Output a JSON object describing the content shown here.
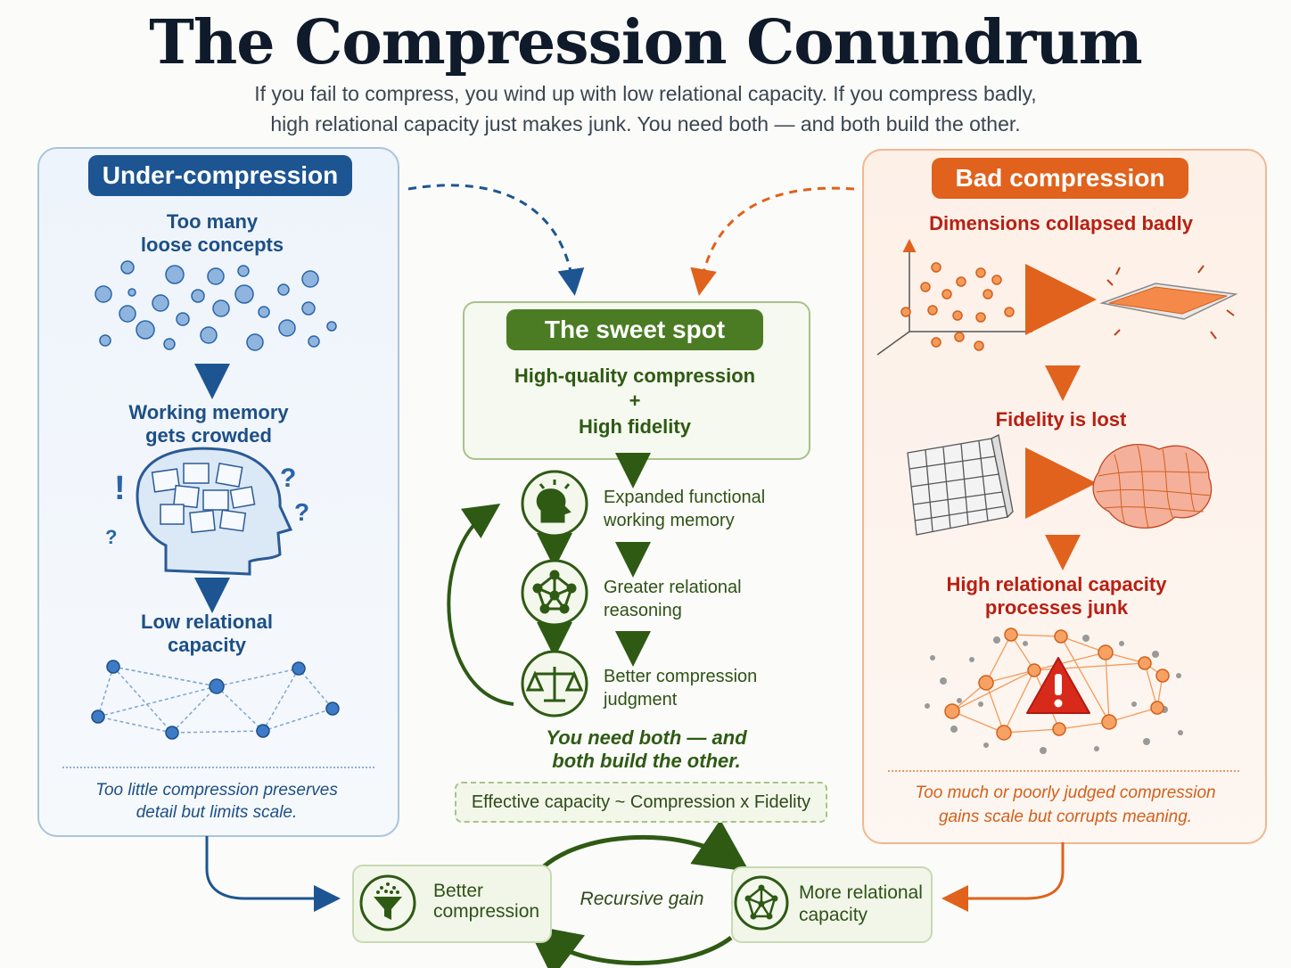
{
  "title": "The Compression Conundrum",
  "subtitle": {
    "line1": "If you fail to compress, you wind up with low relational capacity. If you compress badly,",
    "line2": "high relational capacity just makes junk. You need both — and both build the other."
  },
  "left": {
    "heading": "Under-compression",
    "step1": [
      "Too many",
      "loose concepts"
    ],
    "step2": [
      "Working memory",
      "gets crowded"
    ],
    "step3": [
      "Low relational",
      "capacity"
    ],
    "footer": [
      "Too little compression preserves",
      "detail but limits scale."
    ],
    "accent": "#1d5592"
  },
  "center": {
    "heading": "The sweet spot",
    "line1": "High-quality compression",
    "plus": "+",
    "line2": "High fidelity",
    "steps": [
      {
        "line1": "Expanded functional",
        "line2": "working memory",
        "icon": "lightbulb-head-icon"
      },
      {
        "line1": "Greater relational",
        "line2": "reasoning",
        "icon": "network-icon"
      },
      {
        "line1": "Better compression",
        "line2": "judgment",
        "icon": "scales-icon"
      }
    ],
    "tagline": [
      "You need both — and",
      "both build the other."
    ],
    "formula": "Effective capacity ~ Compression x Fidelity",
    "accent": "#4b7c24"
  },
  "right": {
    "heading": "Bad compression",
    "step1": "Dimensions collapsed badly",
    "step2": "Fidelity is lost",
    "step3": [
      "High relational capacity",
      "processes junk"
    ],
    "footer": [
      "Too much or poorly judged compression",
      "gains scale but corrupts meaning."
    ],
    "accent": "#e0621c"
  },
  "bottom": {
    "left_label": [
      "Better",
      "compression"
    ],
    "center_label": "Recursive gain",
    "right_label": [
      "More relational",
      "capacity"
    ],
    "left_icon": "funnel-icon",
    "right_icon": "network-icon"
  }
}
